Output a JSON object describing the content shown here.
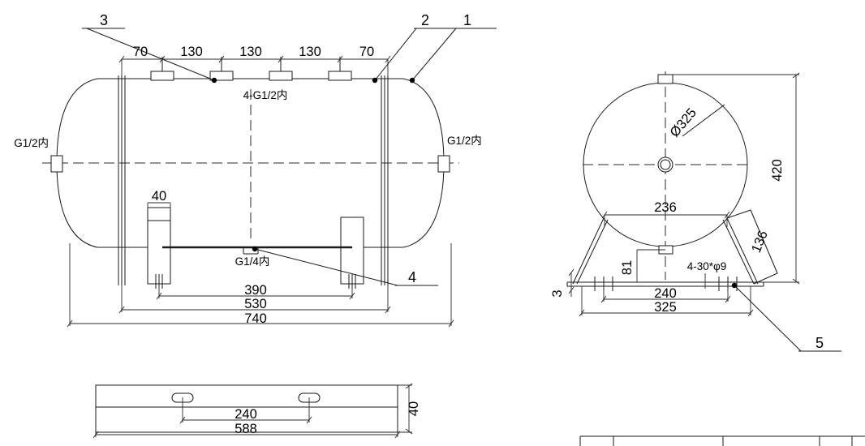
{
  "drawing": {
    "title": "Air receiver tank assembly drawing",
    "line_color": "#1a1a1a",
    "background": "#ffffff",
    "views": [
      "front-elevation",
      "side-elevation",
      "base-plate-plan"
    ]
  },
  "balloons": {
    "b1": "1",
    "b2": "2",
    "b3": "3",
    "b4": "4",
    "b5": "5"
  },
  "front_view": {
    "top_dims": [
      "70",
      "130",
      "130",
      "130",
      "70"
    ],
    "nozzle_note": "4-G1/2内",
    "left_port": "G1/2内",
    "right_port": "G1/2内",
    "drain_note": "G1/4内",
    "foot_width": "40",
    "dim_feet_spacing": "390",
    "dim_shell_length": "530",
    "dim_overall_length": "740"
  },
  "side_view": {
    "diameter": "Ø325",
    "overall_height": "420",
    "saddle_top_width": "236",
    "saddle_leg_length": "136",
    "leg_height": "81",
    "base_plate_thickness": "3",
    "bolt_hole_note": "4-30*φ9",
    "bolt_hole_spacing": "240",
    "base_width": "325"
  },
  "plan_view": {
    "dim_hole_spacing": "240",
    "dim_plate_length": "588",
    "dim_plate_width": "40"
  },
  "bottom_table": {
    "columns": [
      "",
      "",
      "",
      ""
    ]
  }
}
